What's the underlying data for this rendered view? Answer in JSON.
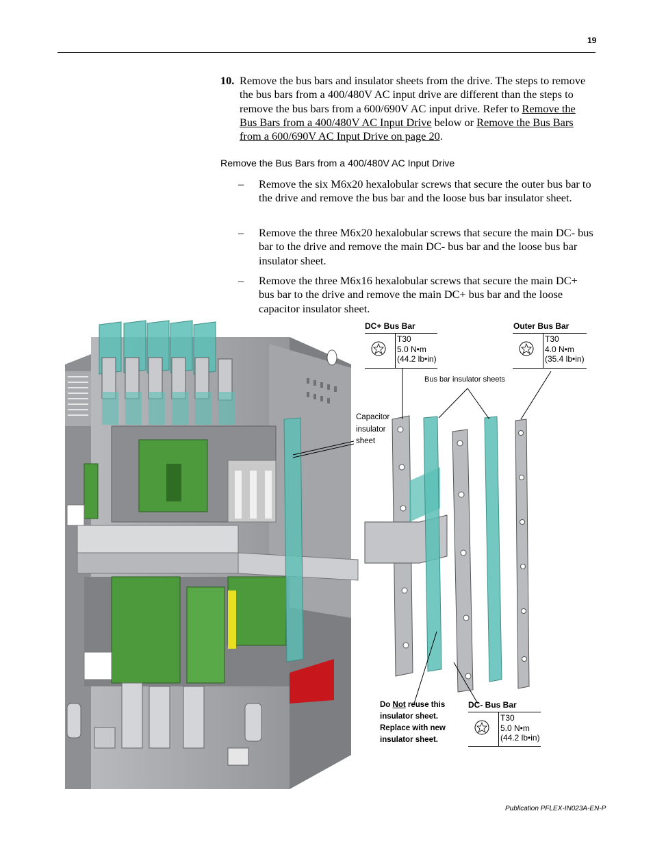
{
  "header": {
    "page_number": "19"
  },
  "step": {
    "number": "10.",
    "text_before": "Remove the bus bars and insulator sheets from the drive. The steps to remove the bus bars from a 400/480V AC input drive are different than the steps to remove the bus bars from a 600/690V AC input drive. Refer to ",
    "link1": "Remove the Bus Bars from a 400/480V AC Input Drive",
    "text_middle": " below or ",
    "link2": "Remove the Bus Bars from a 600/690V AC Input Drive on page 20",
    "text_after": "."
  },
  "section": {
    "heading": "Remove the Bus Bars from a 400/480V AC Input Drive",
    "bullets": [
      {
        "dash": "–",
        "text": "Remove the six M6x20 hexalobular screws that secure the outer bus bar to the drive and remove the bus bar and the loose bus bar insulator sheet."
      },
      {
        "dash": "–",
        "text": "Remove the three M6x20 hexalobular screws that secure the main DC- bus bar to the drive and remove the main DC- bus bar and the loose bus bar insulator sheet."
      },
      {
        "dash": "–",
        "text": "Remove the three M6x16 hexalobular screws that secure the main DC+ bus bar to the drive and remove the main DC+ bus bar and the loose capacitor insulator sheet."
      }
    ]
  },
  "figure": {
    "dc_plus": {
      "title": "DC+ Bus Bar",
      "bit": "T30",
      "torque_nm": "5.0 N•m",
      "torque_lbin": "(44.2 lb•in)"
    },
    "outer": {
      "title": "Outer Bus Bar",
      "bit": "T30",
      "torque_nm": "4.0 N•m",
      "torque_lbin": "(35.4 lb•in)"
    },
    "dc_minus": {
      "title": "DC- Bus Bar",
      "bit": "T30",
      "torque_nm": "5.0 N•m",
      "torque_lbin": "(44.2 lb•in)"
    },
    "insulator_sheets_label": "Bus bar insulator sheets",
    "capacitor_label": [
      "Capacitor",
      "insulator",
      "sheet"
    ],
    "warning": {
      "prefix": "Do ",
      "emphasis": "Not",
      "line1_rest": " reuse this",
      "line2": "insulator sheet.",
      "line3": "Replace with new",
      "line4": "insulator sheet."
    },
    "colors": {
      "insulator_teal": "#5bbfb6",
      "pcb_green": "#4c9a3c",
      "frame_gray": "#9a9ca0",
      "red_fan": "#c8161d",
      "yellow_strip": "#e8e020"
    }
  },
  "footer": {
    "publication": "Publication PFLEX-IN023A-EN-P"
  }
}
